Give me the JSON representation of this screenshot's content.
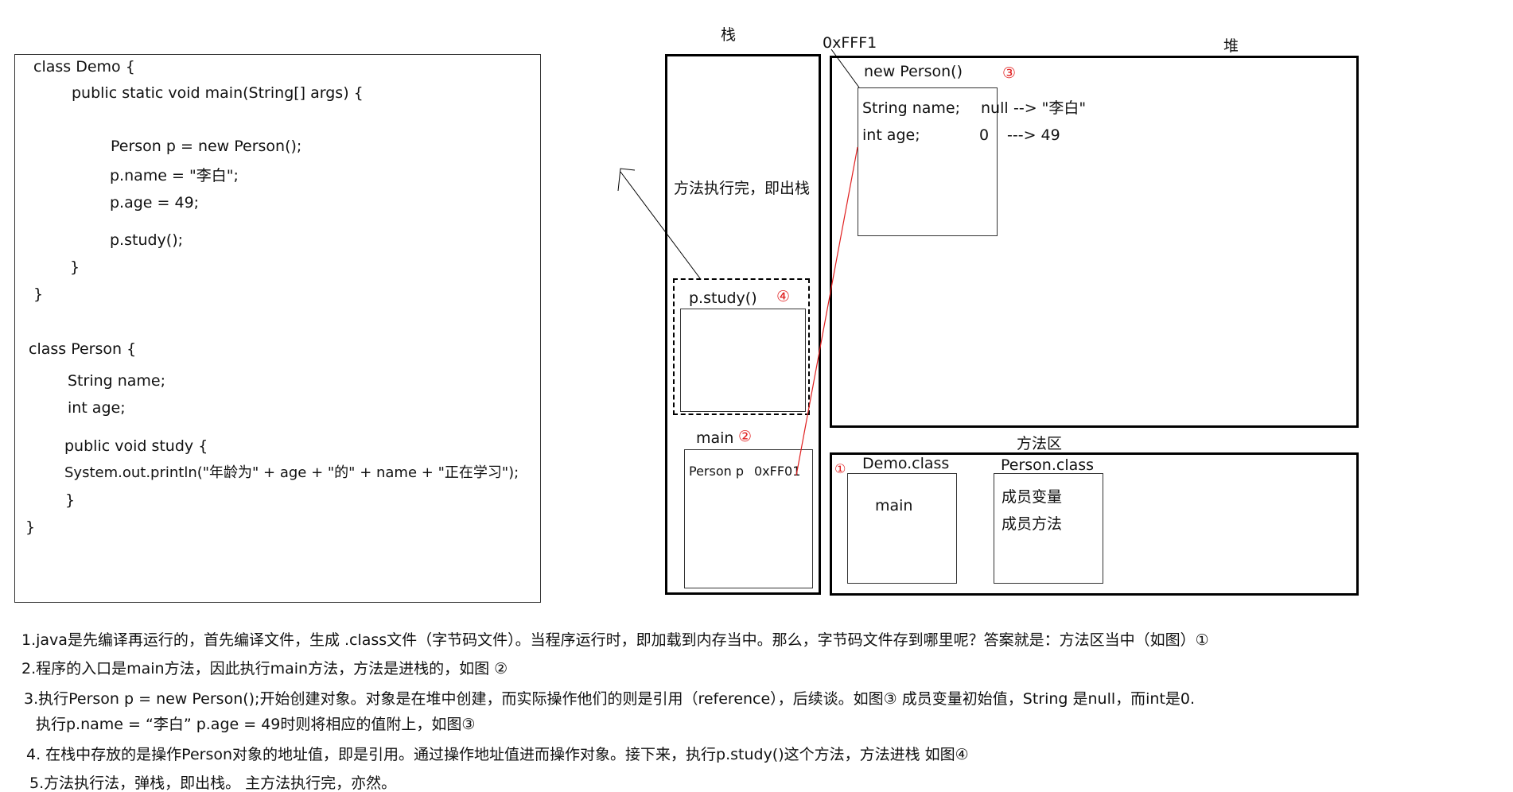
{
  "code": {
    "lines": [
      "class Demo {",
      "public static void main(String[] args) {",
      "Person p = new Person();",
      "p.name = \"李白\";",
      "p.age = 49;",
      "p.study();",
      "}",
      "}",
      "class Person {",
      "String name;",
      "int age;",
      "public void study {",
      "System.out.println(\"年龄为\" + age + \"的\" + name + \"正在学习\");",
      "}",
      "}"
    ]
  },
  "stack": {
    "title": "栈",
    "pop_note": "方法执行完，即出栈",
    "study_frame": {
      "label": "p.study()",
      "marker": "④"
    },
    "main_frame": {
      "label": "main",
      "marker": "②",
      "var_label": "Person p",
      "var_value": "0xFF01"
    }
  },
  "heap": {
    "title": "堆",
    "address": "0xFFF1",
    "object": {
      "label": "new Person()",
      "marker": "③",
      "field1_name": "String name;",
      "field1_init": "null",
      "field1_assign": "-->  \"李白\"",
      "field2_name": "int age;",
      "field2_init": "0",
      "field2_assign": "---> 49"
    }
  },
  "method_area": {
    "title": "方法区",
    "marker": "①",
    "demo_class": {
      "label": "Demo.class",
      "content": "main"
    },
    "person_class": {
      "label": "Person.class",
      "members1": "成员变量",
      "members2": "成员方法"
    }
  },
  "notes": [
    "1.java是先编译再运行的，首先编译文件，生成 .class文件（字节码文件）。当程序运行时，即加载到内存当中。那么，字节码文件存到哪里呢？答案就是：方法区当中（如图）①",
    "2.程序的入口是main方法，因此执行main方法，方法是进栈的，如图 ②",
    "3.执行Person p =   new Person();开始创建对象。对象是在堆中创建，而实际操作他们的则是引用（reference），后续谈。如图③   成员变量初始值，String 是null，而int是0.",
    "执行p.name =  “李白”  p.age = 49时则将相应的值附上，如图③",
    "4. 在栈中存放的是操作Person对象的地址值，即是引用。通过操作地址值进而操作对象。接下来，执行p.study()这个方法，方法进栈 如图④",
    "5.方法执行法，弹栈，即出栈。 主方法执行完，亦然。"
  ],
  "colors": {
    "pointer": "#e02020",
    "marker": "#e02020",
    "border": "#000000"
  }
}
